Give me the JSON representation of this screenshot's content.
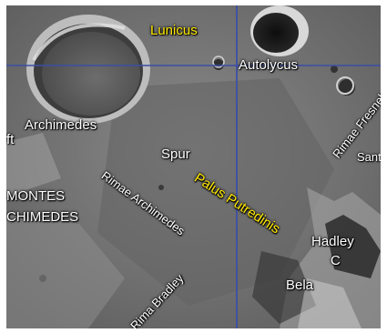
{
  "map": {
    "colors": {
      "terrain": "#6f6f6f",
      "feature_label": "#ffffff",
      "highlight_label": "#ffe800",
      "gridline": "#3a4ea8"
    },
    "labels": {
      "lunicus": "Lunicus",
      "autolycus": "Autolycus",
      "archimedes": "Archimedes",
      "left_edge_fragment": "ft",
      "montes_line1": "MONTES",
      "montes_line2": "CHIMEDES",
      "spur": "Spur",
      "palus_putredinis": "Palus Putredinis",
      "rimae_archimedes": "Rimae Archimedes",
      "rimae_fresnel": "Rimae Fresnel",
      "santos_fragment": "Sant",
      "hadley_c_line1": "Hadley",
      "hadley_c_line2": "C",
      "bela": "Bela",
      "rima_bradley": "Rima Bradley"
    }
  }
}
